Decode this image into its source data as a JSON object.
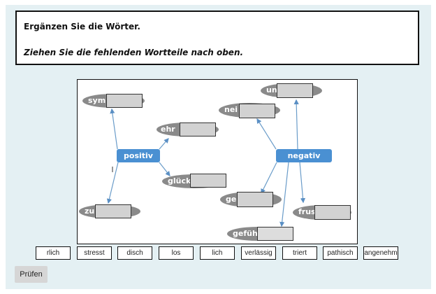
{
  "instructions": {
    "line1": "Ergänzen Sie die Wörter.",
    "line2": "Ziehen Sie die fehlenden Wortteile nach oben."
  },
  "diagram": {
    "positive": "positiv",
    "negative": "negativ",
    "prefixes": [
      "sym",
      "ehr",
      "glück",
      "zu",
      "un",
      "nei",
      "ge",
      "frus",
      "gefühl"
    ]
  },
  "word_chips": [
    "rlich",
    "stresst",
    "disch",
    "los",
    "lich",
    "verlässig",
    "triert",
    "pathisch",
    "angenehm"
  ],
  "check_button": "Prüfen"
}
